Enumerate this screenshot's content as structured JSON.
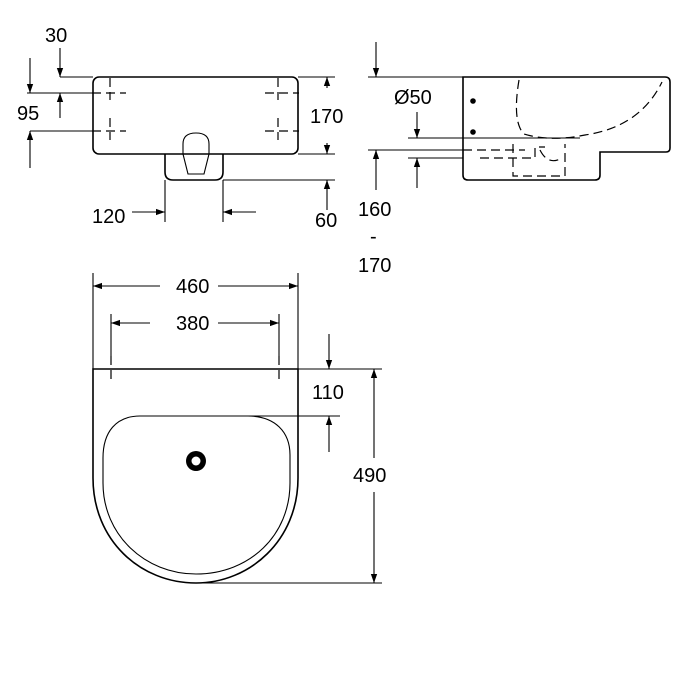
{
  "labels": {
    "front_top_offset": "30",
    "front_outlet_height": "95",
    "front_height": "170",
    "front_outlet_left": "120",
    "front_outlet_right": "60",
    "side_drain_diameter": "Ø50",
    "side_height_from": "160",
    "side_height_dash": "-",
    "side_height_to": "170",
    "plan_width": "460",
    "plan_fixing_spacing": "380",
    "plan_fixing_depth": "110",
    "plan_depth": "490"
  }
}
